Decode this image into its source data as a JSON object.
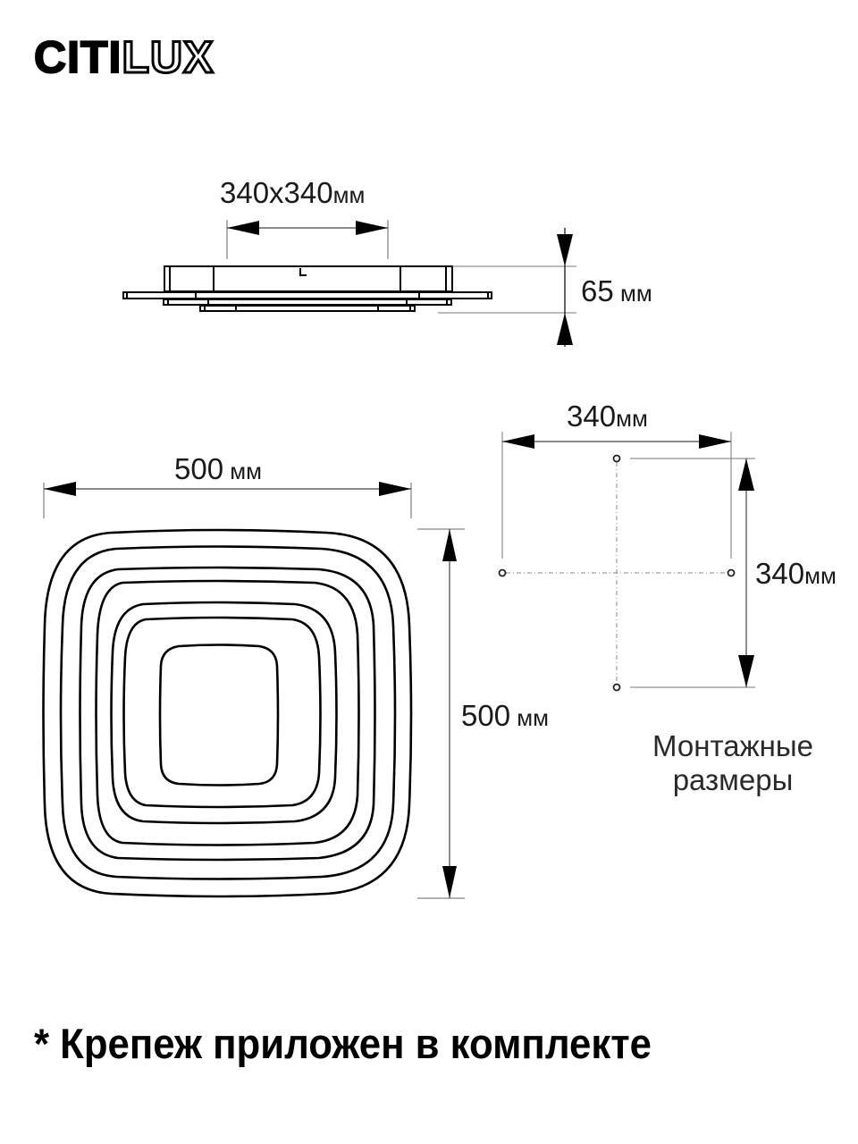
{
  "brand": {
    "logo_solid": "CITI",
    "logo_outline": "LUX"
  },
  "side_view": {
    "width_label_value": "340x340",
    "width_label_unit": "мм",
    "height_label_value": "65",
    "height_label_unit": " мм"
  },
  "top_view": {
    "width_label_value": "500",
    "width_label_unit": " мм",
    "height_label_value": "500",
    "height_label_unit": " мм",
    "ring_count": 7
  },
  "mounting": {
    "width_label_value": "340",
    "width_label_unit": "мм",
    "height_label_value": "340",
    "height_label_unit": "мм",
    "caption_line1": "Монтажные",
    "caption_line2": "размеры",
    "hole_count": 4
  },
  "footer": {
    "note": "* Крепеж приложен в комплекте"
  },
  "colors": {
    "line": "#000000",
    "dim_line": "#555555",
    "text": "#1a1a1a"
  }
}
